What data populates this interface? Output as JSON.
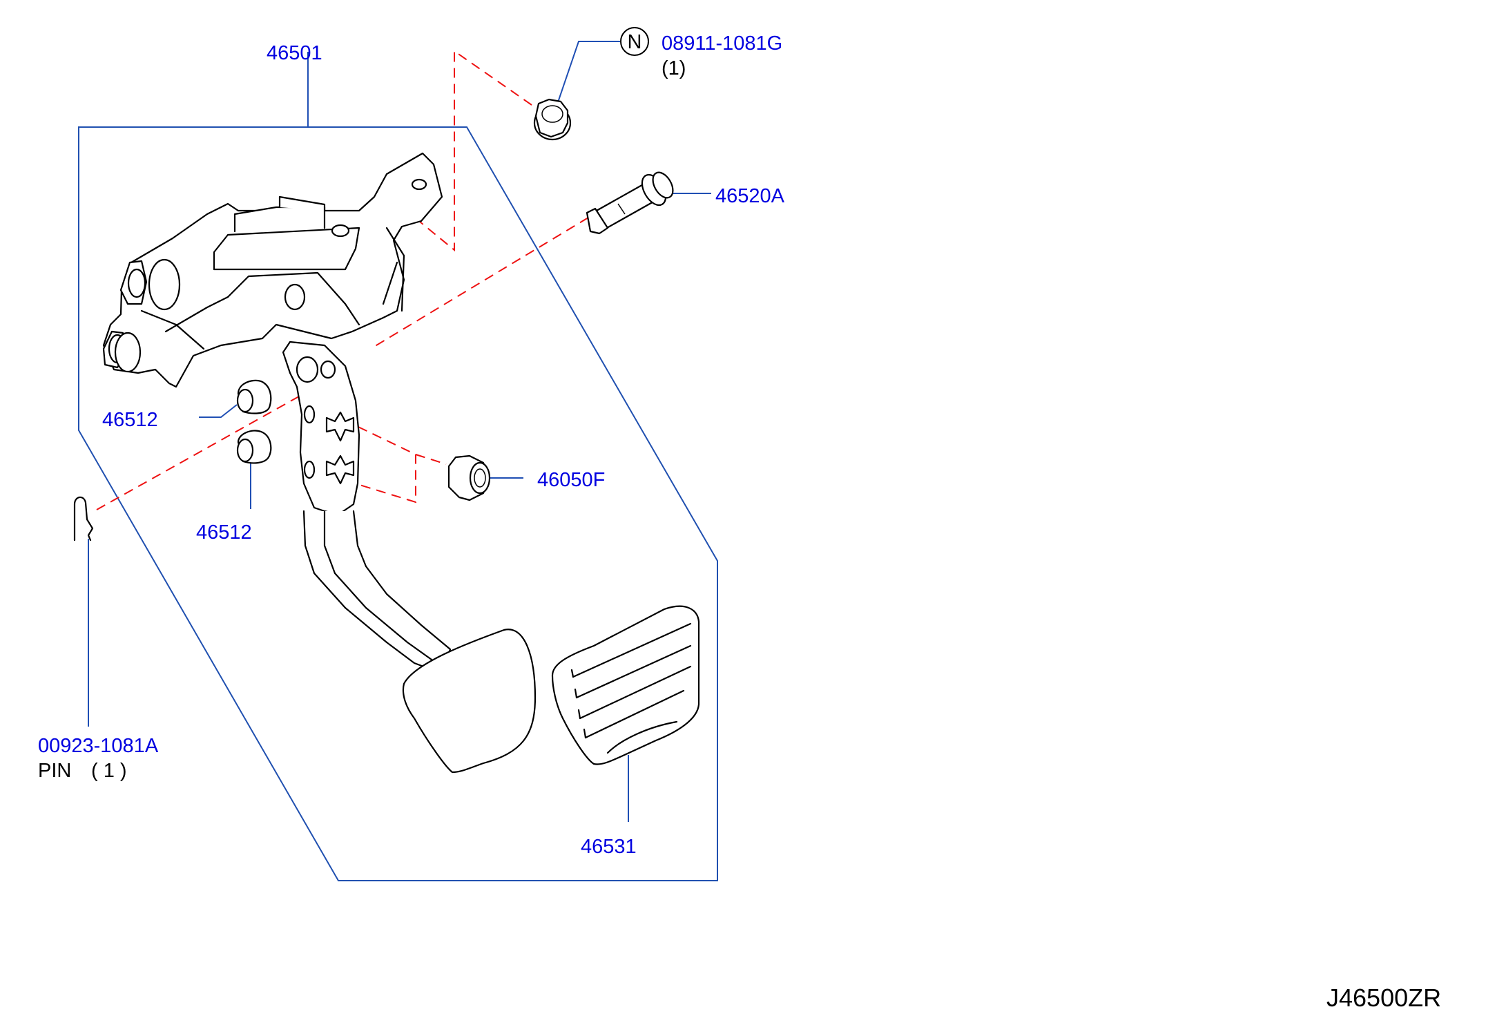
{
  "diagram": {
    "assembly_label": "46501",
    "nut": {
      "badge": "N",
      "part_no": "08911-1081G",
      "qty": "(1)"
    },
    "pin_part_no": "46520A",
    "stopper_top": "46512",
    "stopper_bottom": "46512",
    "switch_bushing": "46050F",
    "clip": {
      "part_no": "00923-1081A",
      "name": "PIN",
      "qty": "( 1 )"
    },
    "pedal_pad": "46531",
    "drawing_code": "J46500ZR"
  }
}
